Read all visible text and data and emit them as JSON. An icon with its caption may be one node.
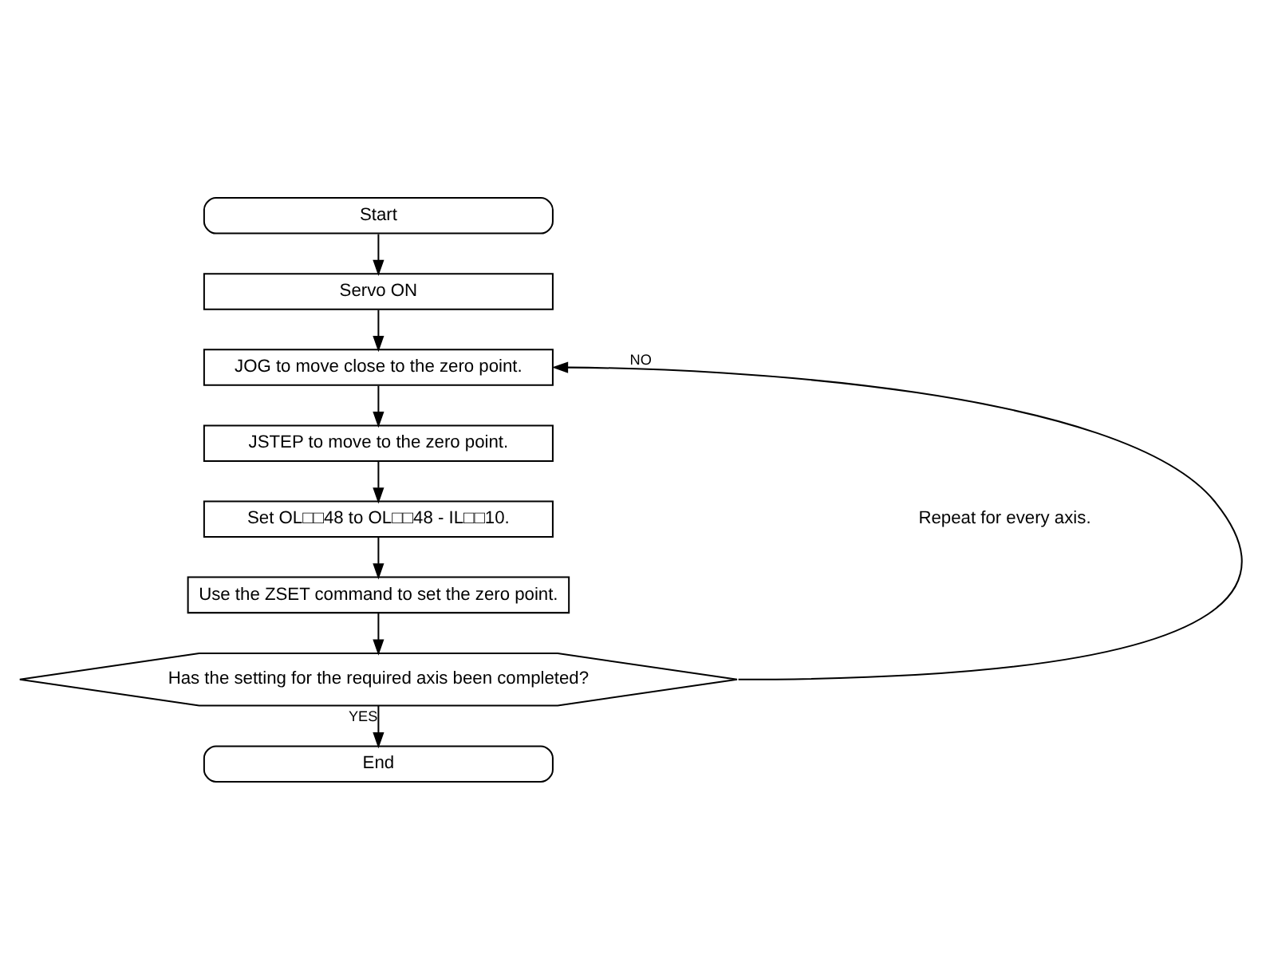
{
  "diagram": {
    "nodes": [
      {
        "text": [
          "Start"
        ]
      },
      {
        "text": [
          "Servo ON"
        ]
      },
      {
        "text": [
          "JOG to move close to the zero point."
        ]
      },
      {
        "text": [
          "JSTEP to move to the zero point."
        ]
      },
      {
        "text": [
          "Set OL□□48 to OL□□48 - IL□□10."
        ]
      },
      {
        "text": [
          "Use the ZSET command to set the zero point."
        ]
      },
      {
        "text": [
          "Has the setting for the required axis been completed?"
        ]
      },
      {
        "text": [
          "End"
        ]
      }
    ],
    "edges": [
      {
        "from": 0,
        "to": 1,
        "arrow": "to"
      },
      {
        "from": 1,
        "to": 2,
        "arrow": "to"
      },
      {
        "from": 2,
        "to": 3,
        "arrow": "to"
      },
      {
        "from": 3,
        "to": 4,
        "arrow": "to"
      },
      {
        "from": 4,
        "to": 5,
        "arrow": "to"
      },
      {
        "from": 5,
        "to": 6,
        "arrow": "to"
      },
      {
        "from": 6,
        "to": 7,
        "arrow": "to",
        "label": "YES"
      },
      {
        "from": 6,
        "to": 2,
        "arrow": "to",
        "label": "NO"
      }
    ],
    "labels": [
      "Repeat for every axis."
    ]
  }
}
